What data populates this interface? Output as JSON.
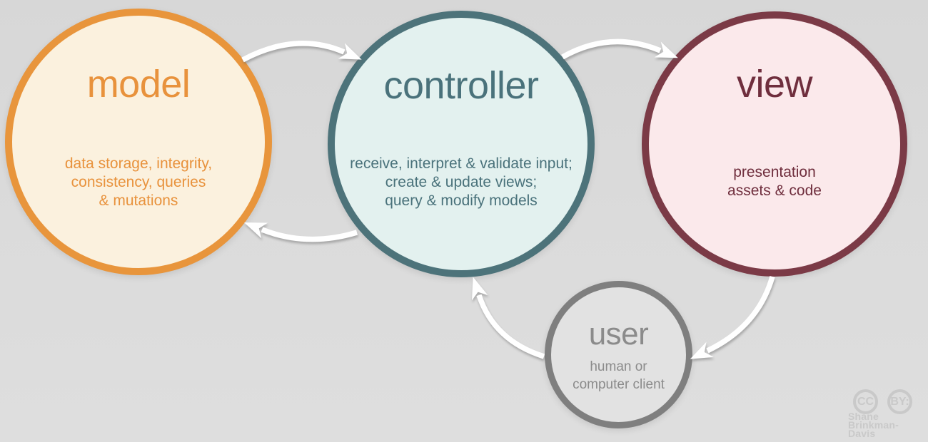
{
  "nodes": {
    "model": {
      "title": "model",
      "body": [
        "data storage, integrity,",
        "consistency, queries",
        "& mutations"
      ],
      "border_color": "#e8953c",
      "fill_color": "#fbf1de",
      "text_color": "#e8923c"
    },
    "controller": {
      "title": "controller",
      "body": [
        "receive, interpret & validate input;",
        "create & update views;",
        "query & modify models"
      ],
      "border_color": "#4d737a",
      "fill_color": "#e3f1ef",
      "text_color": "#4a727b"
    },
    "view": {
      "title": "view",
      "body": [
        "presentation",
        "assets & code"
      ],
      "border_color": "#7b3a46",
      "fill_color": "#fbe9eb",
      "text_color": "#6f2e3d"
    },
    "user": {
      "title": "user",
      "body": [
        "human or",
        "computer client"
      ],
      "border_color": "#7f7f7f",
      "fill_color": "#e2e2e2",
      "text_color": "#8b8b8b"
    }
  },
  "flows": [
    {
      "from": "model",
      "to": "controller"
    },
    {
      "from": "controller",
      "to": "view"
    },
    {
      "from": "controller",
      "to": "model"
    },
    {
      "from": "view",
      "to": "user"
    },
    {
      "from": "user",
      "to": "controller"
    }
  ],
  "arrow_color": "#ffffff",
  "license": {
    "cc_label": "CC",
    "by_label": "BY:",
    "author_line1": "Shane",
    "author_line2": "Brinkman-Davis",
    "color": "#c9c9c9"
  }
}
